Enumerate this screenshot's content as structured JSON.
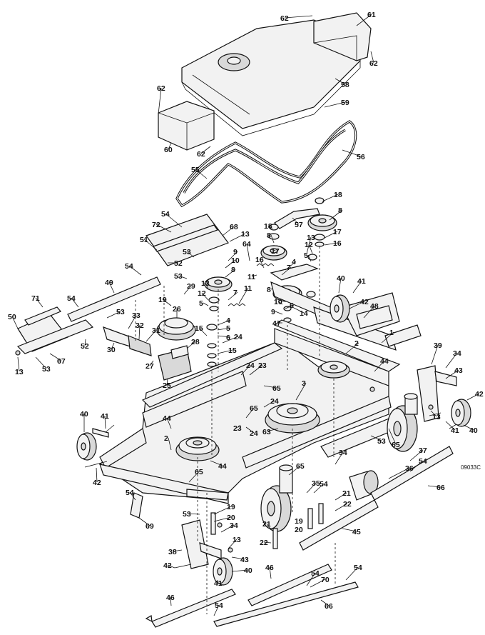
{
  "drawing_code": "09033C",
  "callouts": [
    {
      "id": "c62a",
      "label": "62"
    },
    {
      "id": "c61",
      "label": "61"
    },
    {
      "id": "c62b",
      "label": "62"
    },
    {
      "id": "c58",
      "label": "58"
    },
    {
      "id": "c62c",
      "label": "62"
    },
    {
      "id": "c59",
      "label": "59"
    },
    {
      "id": "c60",
      "label": "60"
    },
    {
      "id": "c62d",
      "label": "62"
    },
    {
      "id": "c56",
      "label": "56"
    },
    {
      "id": "c55",
      "label": "55"
    },
    {
      "id": "c18a",
      "label": "18"
    },
    {
      "id": "c8a",
      "label": "8"
    },
    {
      "id": "c57",
      "label": "57"
    },
    {
      "id": "c18b",
      "label": "18"
    },
    {
      "id": "c17a",
      "label": "17"
    },
    {
      "id": "c16a",
      "label": "16"
    },
    {
      "id": "c54a",
      "label": "54"
    },
    {
      "id": "c72",
      "label": "72"
    },
    {
      "id": "c68",
      "label": "68"
    },
    {
      "id": "c13a",
      "label": "13"
    },
    {
      "id": "c8b",
      "label": "8"
    },
    {
      "id": "c12a",
      "label": "12"
    },
    {
      "id": "c5a",
      "label": "5"
    },
    {
      "id": "c13b",
      "label": "13"
    },
    {
      "id": "c51",
      "label": "51"
    },
    {
      "id": "c64",
      "label": "64"
    },
    {
      "id": "c53a",
      "label": "53"
    },
    {
      "id": "c9a",
      "label": "9"
    },
    {
      "id": "c17b",
      "label": "17"
    },
    {
      "id": "c10a",
      "label": "10"
    },
    {
      "id": "c16b",
      "label": "16"
    },
    {
      "id": "c7a",
      "label": "7"
    },
    {
      "id": "c52a",
      "label": "52"
    },
    {
      "id": "c8c",
      "label": "8"
    },
    {
      "id": "c4a",
      "label": "4"
    },
    {
      "id": "c54b",
      "label": "54"
    },
    {
      "id": "c11a",
      "label": "11"
    },
    {
      "id": "c40a",
      "label": "40"
    },
    {
      "id": "c41a",
      "label": "41"
    },
    {
      "id": "c49",
      "label": "49"
    },
    {
      "id": "c53b",
      "label": "53"
    },
    {
      "id": "c29",
      "label": "29"
    },
    {
      "id": "c13c",
      "label": "13"
    },
    {
      "id": "c8d",
      "label": "8"
    },
    {
      "id": "c7b",
      "label": "7"
    },
    {
      "id": "c42a",
      "label": "42"
    },
    {
      "id": "c71",
      "label": "71"
    },
    {
      "id": "c54c",
      "label": "54"
    },
    {
      "id": "c19a",
      "label": "19"
    },
    {
      "id": "c12b",
      "label": "12"
    },
    {
      "id": "c11b",
      "label": "11"
    },
    {
      "id": "c5b",
      "label": "5"
    },
    {
      "id": "c14",
      "label": "14"
    },
    {
      "id": "c48",
      "label": "48"
    },
    {
      "id": "c26",
      "label": "26"
    },
    {
      "id": "c53c",
      "label": "53"
    },
    {
      "id": "c33",
      "label": "33"
    },
    {
      "id": "c10b",
      "label": "10"
    },
    {
      "id": "c6a",
      "label": "6"
    },
    {
      "id": "c4b",
      "label": "4"
    },
    {
      "id": "c9b",
      "label": "9"
    },
    {
      "id": "c50",
      "label": "50"
    },
    {
      "id": "c32",
      "label": "32"
    },
    {
      "id": "c31",
      "label": "31"
    },
    {
      "id": "c47",
      "label": "47"
    },
    {
      "id": "c1",
      "label": "1"
    },
    {
      "id": "c52b",
      "label": "52"
    },
    {
      "id": "c6b",
      "label": "6"
    },
    {
      "id": "c2a",
      "label": "2"
    },
    {
      "id": "c30",
      "label": "30"
    },
    {
      "id": "c28",
      "label": "28"
    },
    {
      "id": "c15a",
      "label": "15"
    },
    {
      "id": "c24a",
      "label": "24"
    },
    {
      "id": "c5c",
      "label": "5"
    },
    {
      "id": "c15b",
      "label": "15"
    },
    {
      "id": "c39",
      "label": "39"
    },
    {
      "id": "c34a",
      "label": "34"
    },
    {
      "id": "c13d",
      "label": "13"
    },
    {
      "id": "c53d",
      "label": "53"
    },
    {
      "id": "c67",
      "label": "67"
    },
    {
      "id": "c27",
      "label": "27"
    },
    {
      "id": "c24b",
      "label": "24"
    },
    {
      "id": "c23a",
      "label": "23"
    },
    {
      "id": "c44a",
      "label": "44"
    },
    {
      "id": "c43a",
      "label": "43"
    },
    {
      "id": "c25",
      "label": "25"
    },
    {
      "id": "c3",
      "label": "3"
    },
    {
      "id": "c65a",
      "label": "65"
    },
    {
      "id": "c42b",
      "label": "42"
    },
    {
      "id": "c24c",
      "label": "24"
    },
    {
      "id": "c65b",
      "label": "65"
    },
    {
      "id": "c13e",
      "label": "13"
    },
    {
      "id": "c40b",
      "label": "40"
    },
    {
      "id": "c41b",
      "label": "41"
    },
    {
      "id": "c44b",
      "label": "44"
    },
    {
      "id": "c23b",
      "label": "23"
    },
    {
      "id": "c24d",
      "label": "24"
    },
    {
      "id": "c63",
      "label": "63"
    },
    {
      "id": "c53e",
      "label": "53"
    },
    {
      "id": "c65c",
      "label": "65"
    },
    {
      "id": "c41c",
      "label": "41"
    },
    {
      "id": "c40c",
      "label": "40"
    },
    {
      "id": "c2b",
      "label": "2"
    },
    {
      "id": "c37",
      "label": "37"
    },
    {
      "id": "c44c",
      "label": "44"
    },
    {
      "id": "c54d",
      "label": "54"
    },
    {
      "id": "c34b",
      "label": "34"
    },
    {
      "id": "c36",
      "label": "36"
    },
    {
      "id": "c42c",
      "label": "42"
    },
    {
      "id": "c65d",
      "label": "65"
    },
    {
      "id": "c65e",
      "label": "65"
    },
    {
      "id": "c35",
      "label": "35"
    },
    {
      "id": "c54e",
      "label": "54"
    },
    {
      "id": "c66a",
      "label": "66"
    },
    {
      "id": "c21a",
      "label": "21"
    },
    {
      "id": "c22a",
      "label": "22"
    },
    {
      "id": "c54f",
      "label": "54"
    },
    {
      "id": "c69",
      "label": "69"
    },
    {
      "id": "c53f",
      "label": "53"
    },
    {
      "id": "c19b",
      "label": "19"
    },
    {
      "id": "c20a",
      "label": "20"
    },
    {
      "id": "c19c",
      "label": "19"
    },
    {
      "id": "c20b",
      "label": "20"
    },
    {
      "id": "c45",
      "label": "45"
    },
    {
      "id": "c34c",
      "label": "34"
    },
    {
      "id": "c21b",
      "label": "21"
    },
    {
      "id": "c22b",
      "label": "22"
    },
    {
      "id": "c38",
      "label": "38"
    },
    {
      "id": "c13f",
      "label": "13"
    },
    {
      "id": "c43b",
      "label": "43"
    },
    {
      "id": "c42d",
      "label": "42"
    },
    {
      "id": "c40d",
      "label": "40"
    },
    {
      "id": "c46a",
      "label": "46"
    },
    {
      "id": "c54g",
      "label": "54"
    },
    {
      "id": "c54h",
      "label": "54"
    },
    {
      "id": "c70",
      "label": "70"
    },
    {
      "id": "c41d",
      "label": "41"
    },
    {
      "id": "c46b",
      "label": "46"
    },
    {
      "id": "c54i",
      "label": "54"
    },
    {
      "id": "c66b",
      "label": "66"
    }
  ]
}
